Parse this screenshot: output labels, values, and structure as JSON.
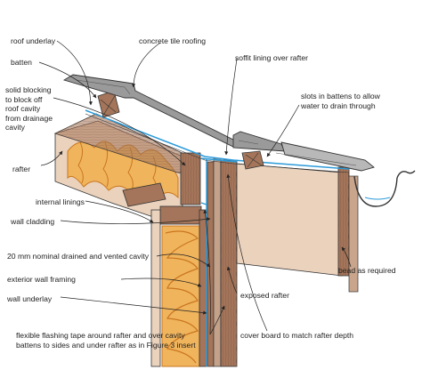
{
  "labels": {
    "roof_underlay": "roof underlay",
    "concrete_tile_roofing": "concrete tile roofing",
    "batten": "batten",
    "soffit_lining": "soffit lining over rafter",
    "solid_blocking": "solid blocking\nto block off\nroof cavity\nfrom drainage\ncavity",
    "slots_in_battens": "slots in battens to allow\nwater to drain through",
    "rafter": "rafter",
    "internal_linings": "internal linings",
    "wall_cladding": "wall cladding",
    "drained_cavity": "20 mm nominal drained and vented cavity",
    "exterior_wall_framing": "exterior wall framing",
    "bead": "bead as required",
    "exposed_rafter": "exposed rafter",
    "wall_underlay": "wall underlay",
    "flashing_tape": "flexible flashing tape around rafter and over cavity\nbattens to sides and under rafter as in Figure 3 insert",
    "cover_board": "cover board to match rafter depth"
  },
  "colors": {
    "timber": "#a4755a",
    "timber_dark": "#6e4a36",
    "lining": "#ead2bd",
    "insulation": "#f0b45c",
    "insulation_line": "#c9761f",
    "tile": "#9a9a9a",
    "underlay": "#2c9ad8",
    "ink": "#222222"
  }
}
